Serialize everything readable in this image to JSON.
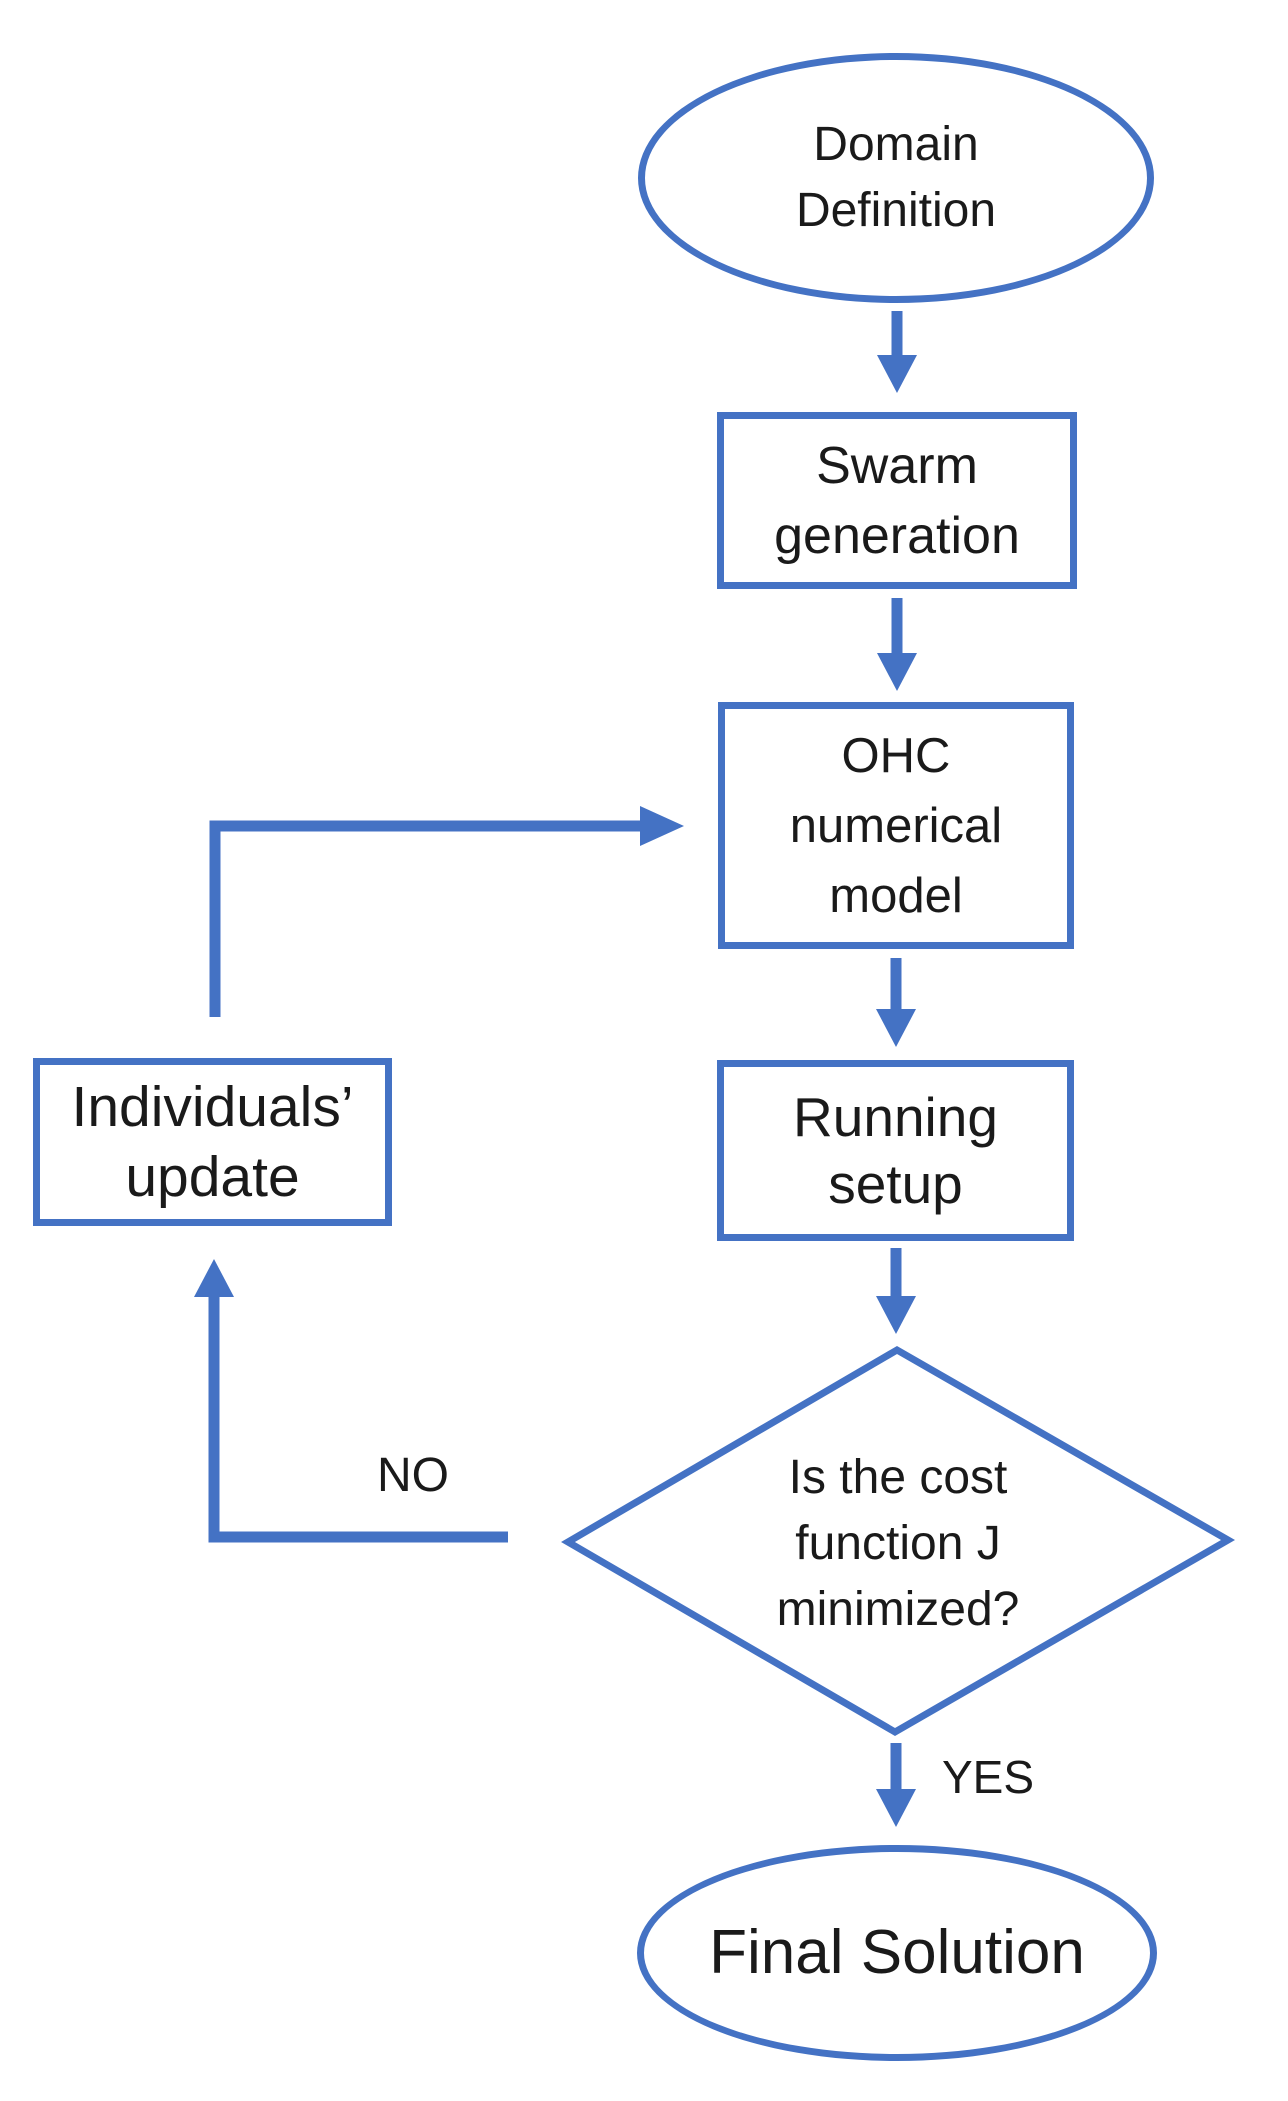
{
  "diagram": {
    "type": "flowchart",
    "colors": {
      "accent_blue": "#4472C4",
      "text": "#1A1A1A",
      "background": "#FFFFFF"
    },
    "nodes": {
      "domain": {
        "shape": "ellipse",
        "lines": [
          "Domain",
          "Definition"
        ]
      },
      "swarm": {
        "shape": "rectangle",
        "lines": [
          "Swarm",
          "generation"
        ]
      },
      "ohc": {
        "shape": "rectangle",
        "lines": [
          "OHC",
          "numerical",
          "model"
        ]
      },
      "running": {
        "shape": "rectangle",
        "lines": [
          "Running",
          "setup"
        ]
      },
      "decision": {
        "shape": "diamond",
        "lines": [
          "Is the cost",
          "function J",
          "minimized?"
        ]
      },
      "individuals": {
        "shape": "rectangle",
        "lines": [
          "Individuals’",
          "update"
        ]
      },
      "final": {
        "shape": "ellipse",
        "lines": [
          "Final Solution"
        ]
      }
    },
    "edge_labels": {
      "no": "NO",
      "yes": "YES"
    },
    "edges": [
      {
        "from": "domain",
        "to": "swarm",
        "label": ""
      },
      {
        "from": "swarm",
        "to": "ohc",
        "label": ""
      },
      {
        "from": "ohc",
        "to": "running",
        "label": ""
      },
      {
        "from": "running",
        "to": "decision",
        "label": ""
      },
      {
        "from": "decision",
        "to": "individuals",
        "label": "NO"
      },
      {
        "from": "individuals",
        "to": "ohc",
        "label": ""
      },
      {
        "from": "decision",
        "to": "final",
        "label": "YES"
      }
    ]
  }
}
